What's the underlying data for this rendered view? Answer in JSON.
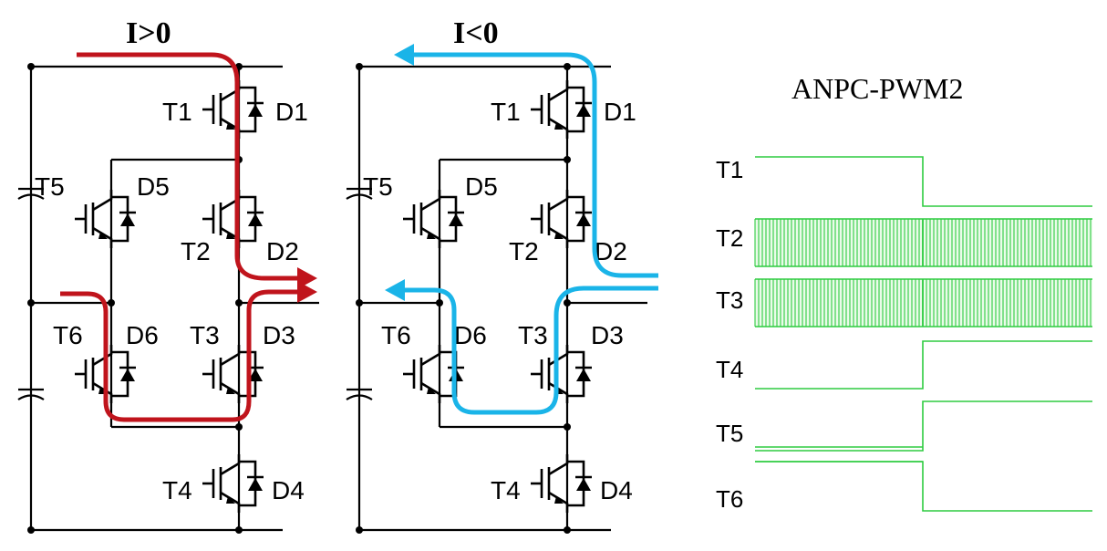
{
  "circuit_left": {
    "title": "I>0",
    "labels": {
      "T1": "T1",
      "D1": "D1",
      "T2": "T2",
      "D2": "D2",
      "T3": "T3",
      "D3": "D3",
      "T4": "T4",
      "D4": "D4",
      "T5": "T5",
      "D5": "D5",
      "T6": "T6",
      "D6": "D6"
    },
    "path_color": "#c0141c"
  },
  "circuit_right": {
    "title": "I<0",
    "labels": {
      "T1": "T1",
      "D1": "D1",
      "T2": "T2",
      "D2": "D2",
      "T3": "T3",
      "D3": "D3",
      "T4": "T4",
      "D4": "D4",
      "T5": "T5",
      "D5": "D5",
      "T6": "T6",
      "D6": "D6"
    },
    "path_color": "#1ab4e8"
  },
  "waveforms": {
    "title": "ANPC-PWM2",
    "color": "#2ecc40",
    "signals": [
      {
        "label": "T1",
        "pattern": "high-then-low"
      },
      {
        "label": "T2",
        "pattern": "pwm"
      },
      {
        "label": "T3",
        "pattern": "pwm"
      },
      {
        "label": "T4",
        "pattern": "low-then-high"
      },
      {
        "label": "T5",
        "pattern": "low-then-high"
      },
      {
        "label": "T6",
        "pattern": "high-then-low"
      }
    ]
  }
}
